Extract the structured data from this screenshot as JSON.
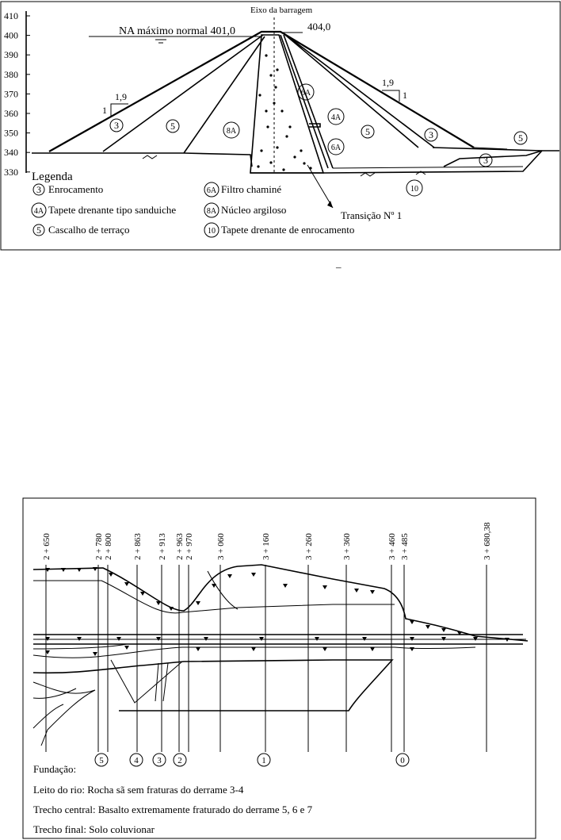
{
  "section": {
    "y_axis_ticks": [
      "410",
      "400",
      "390",
      "380",
      "370",
      "360",
      "350",
      "340",
      "330"
    ],
    "axis_label": "Eixo da barragem",
    "crest_label": "404,0",
    "water_level_label": "NA máximo normal 401,0",
    "slope_left": {
      "v": "1",
      "h": "1,9"
    },
    "slope_right": {
      "v": "1",
      "h": "1,9"
    },
    "zone_labels": [
      "3",
      "5",
      "8A",
      "6A",
      "4A",
      "5",
      "3",
      "5",
      "3",
      "10",
      "6A"
    ],
    "transition_label": "Transição Nº 1",
    "legend": {
      "title": "Legenda",
      "items": [
        {
          "code": "3",
          "text": "Enrocamento"
        },
        {
          "code": "4A",
          "text": "Tapete drenante tipo sanduiche"
        },
        {
          "code": "5",
          "text": "Cascalho de terraço"
        },
        {
          "code": "6A",
          "text": "Filtro chaminé"
        },
        {
          "code": "8A",
          "text": "Núcleo argiloso"
        },
        {
          "code": "10",
          "text": "Tapete drenante de enrocamento"
        }
      ]
    }
  },
  "stray_mark": "–",
  "plan": {
    "stations": [
      "2 + 650",
      "2 + 780",
      "2 + 800",
      "2 + 863",
      "2 + 913",
      "2 + 963",
      "2 + 970",
      "3 + 060",
      "3 + 160",
      "3 + 260",
      "3 + 360",
      "3 + 460",
      "3 + 485",
      "3 + 680,38"
    ],
    "markers": [
      "5",
      "4",
      "3",
      "2",
      "1",
      "0"
    ],
    "foundation": {
      "title": "Fundação:",
      "lines": [
        "Leito do rio: Rocha sã sem fraturas do derrame 3-4",
        "Trecho central: Basalto extremamente fraturado do derrame 5, 6 e 7",
        "Trecho final: Solo coluvionar"
      ]
    }
  }
}
